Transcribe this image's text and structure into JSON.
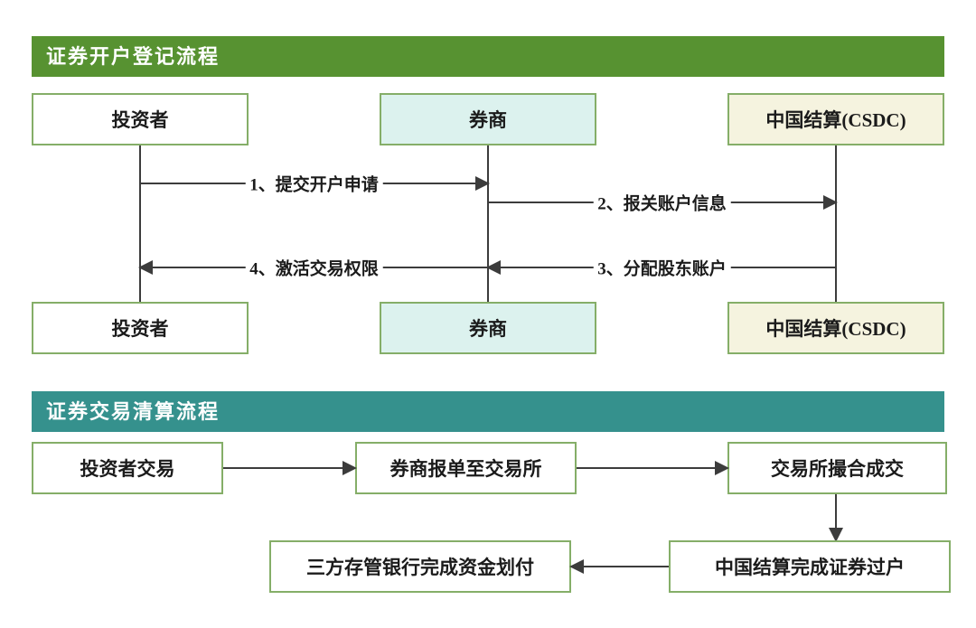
{
  "registration_flow": {
    "title": "证券开户登记流程",
    "header_color": "#579231",
    "actors": [
      {
        "label": "投资者",
        "fill": "#ffffff"
      },
      {
        "label": "券商",
        "fill": "#dcf2ee"
      },
      {
        "label": "中国结算(CSDC)",
        "fill": "#f5f3df"
      }
    ],
    "messages": [
      {
        "order": 1,
        "label": "1、提交开户申请",
        "from": "投资者",
        "to": "券商",
        "direction": "right"
      },
      {
        "order": 2,
        "label": "2、报关账户信息",
        "from": "券商",
        "to": "中国结算(CSDC)",
        "direction": "right"
      },
      {
        "order": 3,
        "label": "3、分配股东账户",
        "from": "中国结算(CSDC)",
        "to": "券商",
        "direction": "left"
      },
      {
        "order": 4,
        "label": "4、激活交易权限",
        "from": "券商",
        "to": "投资者",
        "direction": "left"
      }
    ]
  },
  "clearing_flow": {
    "title": "证券交易清算流程",
    "header_color": "#35918d",
    "nodes": [
      {
        "label": "投资者交易"
      },
      {
        "label": "券商报单至交易所"
      },
      {
        "label": "交易所撮合成交"
      },
      {
        "label": "中国结算完成证券过户"
      },
      {
        "label": "三方存管银行完成资金划付"
      }
    ],
    "edges": [
      "投资者交易 → 券商报单至交易所",
      "券商报单至交易所 → 交易所撮合成交",
      "交易所撮合成交 → 中国结算完成证券过户",
      "中国结算完成证券过户 → 三方存管银行完成资金划付"
    ]
  },
  "colors": {
    "header_green": "#579231",
    "header_teal": "#35918d",
    "box_border_green": "#85ae68",
    "broker_fill": "#dcf2ee",
    "csdc_fill": "#f5f3df",
    "line_dark": "#3c3c3c"
  }
}
